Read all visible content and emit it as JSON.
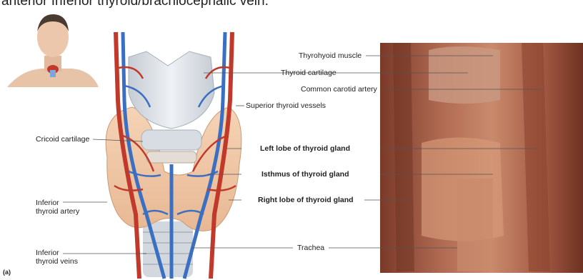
{
  "header_text": "anterior Inferior thyroid/brachiocephalic vein.",
  "panel_letter": "(a)",
  "labels": {
    "thyrohyoid_muscle": "Thyrohyoid muscle",
    "thyroid_cartilage": "Thyroid cartilage",
    "common_carotid_artery": "Common carotid artery",
    "superior_thyroid_vessels": "Superior thyroid vessels",
    "cricoid_cartilage": "Cricoid cartilage",
    "left_lobe": "Left lobe of thyroid gland",
    "isthmus": "Isthmus of thyroid gland",
    "right_lobe": "Right lobe of thyroid gland",
    "inferior_thyroid_artery_1": "Inferior",
    "inferior_thyroid_artery_2": "thyroid artery",
    "inferior_thyroid_veins_1": "Inferior",
    "inferior_thyroid_veins_2": "thyroid veins",
    "trachea": "Trachea"
  },
  "colors": {
    "artery": "#c0392b",
    "vein": "#3a6fc2",
    "gland": "#f0c8a8",
    "cartilage": "#d8dde4",
    "cadaver": "#a0553e"
  }
}
